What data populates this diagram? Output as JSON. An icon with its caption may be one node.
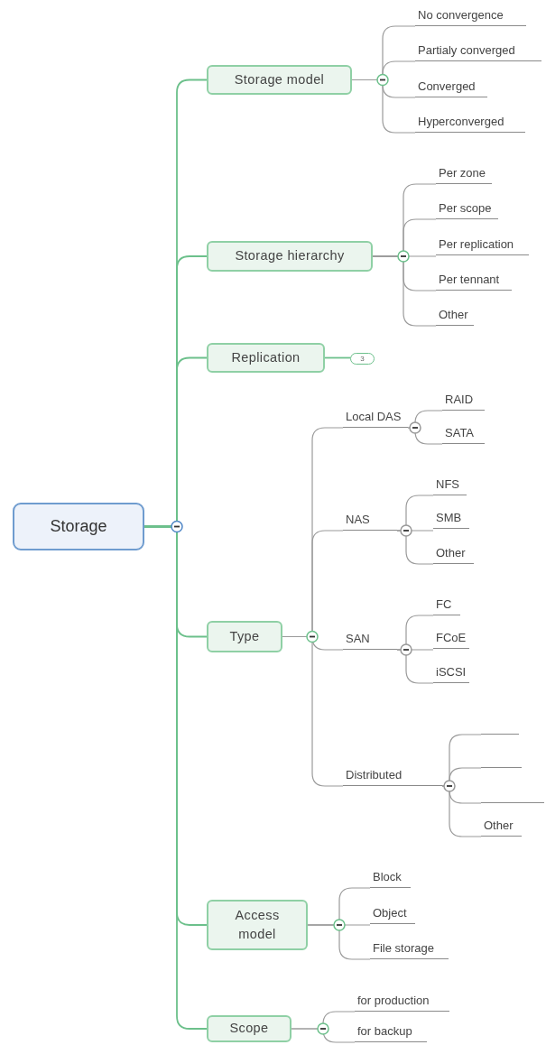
{
  "diagram": {
    "nodes": [
      {
        "text": [
          "Storage"
        ]
      },
      {
        "text": [
          "Storage model"
        ]
      },
      {
        "text": [
          "No convergence"
        ]
      },
      {
        "text": [
          "Partialy converged"
        ]
      },
      {
        "text": [
          "Converged"
        ]
      },
      {
        "text": [
          "Hyperconverged"
        ]
      },
      {
        "text": [
          "Storage hierarchy"
        ]
      },
      {
        "text": [
          "Per zone"
        ]
      },
      {
        "text": [
          "Per scope"
        ]
      },
      {
        "text": [
          "Per replication"
        ]
      },
      {
        "text": [
          "Per tennant"
        ]
      },
      {
        "text": [
          "Other"
        ]
      },
      {
        "text": [
          "Replication"
        ]
      },
      {
        "text": [
          "3"
        ]
      },
      {
        "text": [
          "Type"
        ]
      },
      {
        "text": [
          "Local DAS"
        ]
      },
      {
        "text": [
          "RAID"
        ]
      },
      {
        "text": [
          "SATA"
        ]
      },
      {
        "text": [
          "NAS"
        ]
      },
      {
        "text": [
          "NFS"
        ]
      },
      {
        "text": [
          "SMB"
        ]
      },
      {
        "text": [
          "Other"
        ]
      },
      {
        "text": [
          "SAN"
        ]
      },
      {
        "text": [
          "FC"
        ]
      },
      {
        "text": [
          "FCoE"
        ]
      },
      {
        "text": [
          "iSCSI"
        ]
      },
      {
        "text": [
          "Distributed"
        ]
      },
      {
        "text": [],
        "shape": "line"
      },
      {
        "text": [],
        "shape": "line"
      },
      {
        "text": [],
        "shape": "line"
      },
      {
        "text": [
          "Other"
        ]
      },
      {
        "text": [
          "Access model"
        ]
      },
      {
        "text": [
          "Block"
        ]
      },
      {
        "text": [
          "Object"
        ]
      },
      {
        "text": [
          "File storage"
        ]
      },
      {
        "text": [
          "Scope"
        ]
      },
      {
        "text": [
          "for production"
        ]
      },
      {
        "text": [
          "for backup"
        ]
      }
    ],
    "edges": [
      {
        "from": 0,
        "to": 1,
        "arrow": "none",
        "color": "#6cc08b"
      },
      {
        "from": 0,
        "to": 6,
        "arrow": "none",
        "color": "#6cc08b"
      },
      {
        "from": 0,
        "to": 12,
        "arrow": "none",
        "color": "#6cc08b"
      },
      {
        "from": 0,
        "to": 14,
        "arrow": "none",
        "color": "#6cc08b"
      },
      {
        "from": 0,
        "to": 31,
        "arrow": "none",
        "color": "#6cc08b"
      },
      {
        "from": 0,
        "to": 35,
        "arrow": "none",
        "color": "#6cc08b"
      },
      {
        "from": 1,
        "to": 2,
        "arrow": "none"
      },
      {
        "from": 1,
        "to": 3,
        "arrow": "none"
      },
      {
        "from": 1,
        "to": 4,
        "arrow": "none"
      },
      {
        "from": 1,
        "to": 5,
        "arrow": "none"
      },
      {
        "from": 6,
        "to": 7,
        "arrow": "none"
      },
      {
        "from": 6,
        "to": 8,
        "arrow": "none"
      },
      {
        "from": 6,
        "to": 9,
        "arrow": "none"
      },
      {
        "from": 6,
        "to": 10,
        "arrow": "none"
      },
      {
        "from": 6,
        "to": 11,
        "arrow": "none"
      },
      {
        "from": 12,
        "to": 13,
        "arrow": "none",
        "color": "#6cc08b"
      },
      {
        "from": 14,
        "to": 15,
        "arrow": "none"
      },
      {
        "from": 14,
        "to": 18,
        "arrow": "none"
      },
      {
        "from": 14,
        "to": 22,
        "arrow": "none"
      },
      {
        "from": 14,
        "to": 26,
        "arrow": "none"
      },
      {
        "from": 15,
        "to": 16,
        "arrow": "none"
      },
      {
        "from": 15,
        "to": 17,
        "arrow": "none"
      },
      {
        "from": 18,
        "to": 19,
        "arrow": "none"
      },
      {
        "from": 18,
        "to": 20,
        "arrow": "none"
      },
      {
        "from": 18,
        "to": 21,
        "arrow": "none"
      },
      {
        "from": 22,
        "to": 23,
        "arrow": "none"
      },
      {
        "from": 22,
        "to": 24,
        "arrow": "none"
      },
      {
        "from": 22,
        "to": 25,
        "arrow": "none"
      },
      {
        "from": 26,
        "to": 27,
        "arrow": "none"
      },
      {
        "from": 26,
        "to": 28,
        "arrow": "none"
      },
      {
        "from": 26,
        "to": 29,
        "arrow": "none"
      },
      {
        "from": 26,
        "to": 30,
        "arrow": "none"
      },
      {
        "from": 31,
        "to": 32,
        "arrow": "none"
      },
      {
        "from": 31,
        "to": 33,
        "arrow": "none"
      },
      {
        "from": 31,
        "to": 34,
        "arrow": "none"
      },
      {
        "from": 35,
        "to": 36,
        "arrow": "none"
      },
      {
        "from": 35,
        "to": 37,
        "arrow": "none"
      }
    ]
  }
}
